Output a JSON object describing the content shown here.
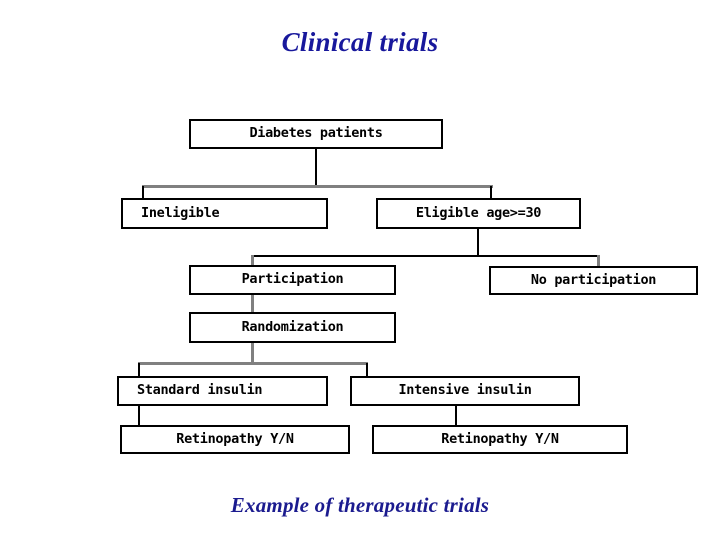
{
  "slide": {
    "title": "Clinical trials",
    "caption": "Example of therapeutic trials",
    "title_color": "#18189c",
    "caption_color": "#1b1b8f",
    "background_color": "#ffffff"
  },
  "flowchart": {
    "box_border_color": "#000000",
    "box_fill_color": "#ffffff",
    "connector_black": "#000000",
    "connector_gray": "#808080",
    "nodes": [
      {
        "id": "diabetes-patients",
        "label": "Diabetes patients"
      },
      {
        "id": "ineligible",
        "label": "Ineligible"
      },
      {
        "id": "eligible-age",
        "label": "Eligible age>=30"
      },
      {
        "id": "participation",
        "label": "Participation"
      },
      {
        "id": "no-participation",
        "label": "No participation"
      },
      {
        "id": "randomization",
        "label": "Randomization"
      },
      {
        "id": "standard-insulin",
        "label": "Standard insulin"
      },
      {
        "id": "intensive-insulin",
        "label": "Intensive insulin"
      },
      {
        "id": "retinopathy-standard",
        "label": "Retinopathy Y/N"
      },
      {
        "id": "retinopathy-intensive",
        "label": "Retinopathy Y/N"
      }
    ]
  }
}
